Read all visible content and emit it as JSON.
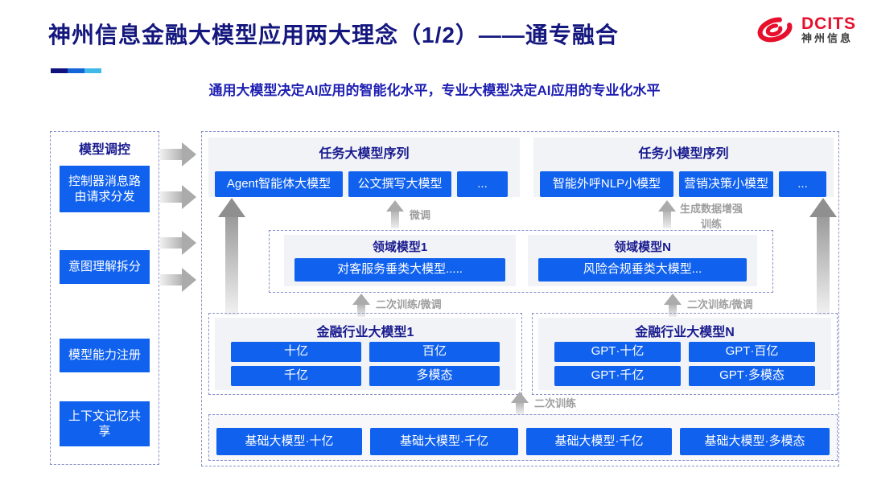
{
  "header": {
    "title": "神州信息金融大模型应用两大理念（1/2）——通专融合",
    "subtitle": "通用大模型决定AI应用的智能化水平，专业大模型决定AI应用的专业化水平",
    "logo": {
      "brand": "DCITS",
      "brand_cn": "神州信息"
    },
    "accent_colors": {
      "navy": "#10127E",
      "blue": "#1565D8",
      "cyan": "#3FB9E8",
      "logo_red": "#E60F2C"
    }
  },
  "colors": {
    "button_blue": "#1061EE",
    "title_navy": "#14177E",
    "heading_navy": "#181A8F",
    "label_gray": "#9E9E9E"
  },
  "sidebar": {
    "title": "模型调控",
    "items": [
      {
        "label": "控制器消息路由请求分发"
      },
      {
        "label": "意图理解拆分"
      },
      {
        "label": "模型能力注册"
      },
      {
        "label": "上下文记忆共享"
      }
    ]
  },
  "diagram": {
    "task_large": {
      "title": "任务大模型序列",
      "items": [
        "Agent智能体大模型",
        "公文撰写大模型",
        "..."
      ]
    },
    "task_small": {
      "title": "任务小模型序列",
      "items": [
        "智能外呼NLP小模型",
        "营销决策小模型",
        "..."
      ]
    },
    "domain_left": {
      "title": "领域模型1",
      "item": "对客服务垂类大模型....."
    },
    "domain_right": {
      "title": "领域模型N",
      "item": "风险合规垂类大模型..."
    },
    "industry_left": {
      "title": "金融行业大模型1",
      "items": [
        "十亿",
        "百亿",
        "千亿",
        "多模态"
      ]
    },
    "industry_right": {
      "title": "金融行业大模型N",
      "items": [
        "GPT·十亿",
        "GPT·百亿",
        "GPT·千亿",
        "GPT·多模态"
      ]
    },
    "base": {
      "items": [
        "基础大模型·十亿",
        "基础大模型·千亿",
        "基础大模型·千亿",
        "基础大模型·多模态"
      ]
    },
    "labels": {
      "finetune": "微调",
      "gen_data_line1": "生成数据增强",
      "gen_data_line2": "训练",
      "retrain_finetune": "二次训练/微调",
      "retrain": "二次训练"
    }
  }
}
